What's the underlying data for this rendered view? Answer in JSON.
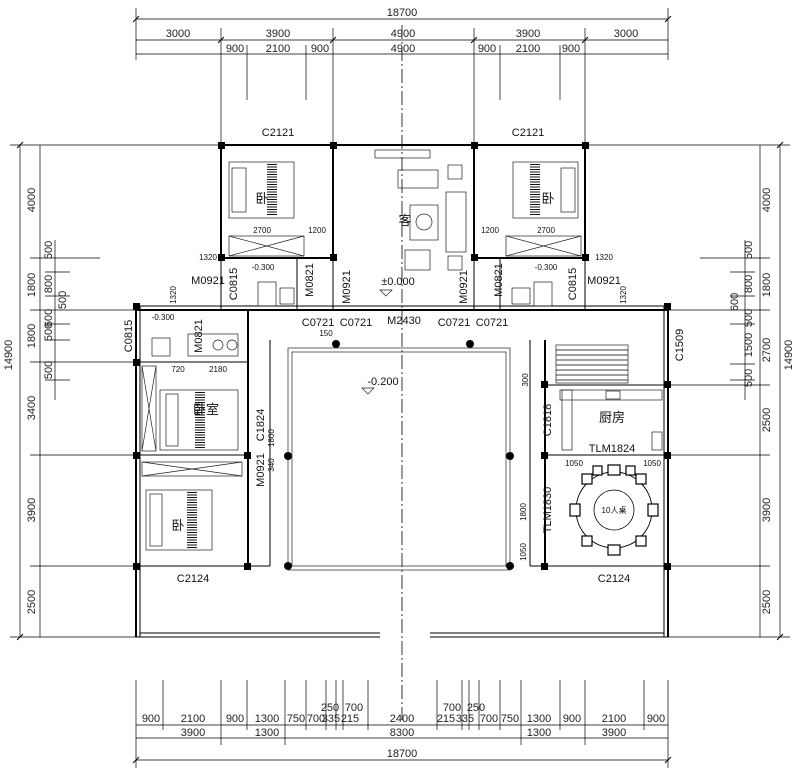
{
  "dims": {
    "top_total": "18700",
    "top_row1": [
      "3000",
      "3900",
      "4900",
      "3900",
      "3000"
    ],
    "top_row2": [
      "900",
      "2100",
      "900",
      "4900",
      "900",
      "2100",
      "900"
    ],
    "bottom_row1": [
      "900",
      "2100",
      "900",
      "1300",
      "750",
      "700",
      "335",
      "215",
      "2400",
      "215",
      "335",
      "700",
      "750",
      "1300",
      "900",
      "2100",
      "900"
    ],
    "bottom_small": [
      "250",
      "700",
      "700",
      "250"
    ],
    "bottom_row2": [
      "3900",
      "1300",
      "8300",
      "1300",
      "3900"
    ],
    "bottom_total": "18700",
    "left_outer": [
      "4000",
      "1800",
      "1800",
      "3400",
      "3900",
      "2500"
    ],
    "left_inner": [
      "500",
      "800",
      "500",
      "600",
      "500",
      "500"
    ],
    "left_total": "14900",
    "right_outer": [
      "4000",
      "1800",
      "2700",
      "2500",
      "3900",
      "2500"
    ],
    "right_inner": [
      "500",
      "800",
      "600",
      "500",
      "1500",
      "500"
    ],
    "right_total": "14900"
  },
  "labels": {
    "c2121_left": "C2121",
    "c2121_right": "C2121",
    "c2124_left": "C2124",
    "c2124_right": "C2124",
    "m0921_a": "M0921",
    "m0921_b": "M0921",
    "m0921_c": "M0921",
    "m0921_d": "M0921",
    "m0921_e": "M0921",
    "m0821_a": "M0821",
    "m0821_b": "M0821",
    "m0821_c": "M0821",
    "c0815_a": "C0815",
    "c0815_b": "C0815",
    "c0815_c": "C0815",
    "c0721_a": "C0721",
    "c0721_b": "C0721",
    "c0721_c": "C0721",
    "c0721_d": "C0721",
    "m2430": "M2430",
    "c1509": "C1509",
    "c1818": "C1818",
    "c1824": "C1824",
    "tlm1824": "TLM1824",
    "tlm1830": "TLM1830",
    "level_zero": "±0.000",
    "level_court": "-0.200",
    "level_wet_left": "-0.300",
    "level_wet_a": "-0.300",
    "level_wet_b": "-0.300",
    "d2700_a": "2700",
    "d1200_a": "1200",
    "d2700_b": "2700",
    "d1200_b": "1200",
    "d1320_a": "1320",
    "d1320_b": "1320",
    "d1320_c": "1320",
    "d1320_d": "1320",
    "d720": "720",
    "d2180": "2180",
    "d1050_a": "1050",
    "d1050_b": "1050",
    "d1050_c": "1050",
    "d1800_a": "1800",
    "d1800_b": "1800",
    "d300": "300",
    "d340": "340",
    "d150": "150"
  },
  "rooms": {
    "bedroom_label_a": "卧",
    "bedroom_label_b": "卧",
    "bedroom_label_c": "卧室",
    "bedroom_label_d": "卧",
    "living_label": "客",
    "kitchen_label": "厨房",
    "dining_table": "10人桌"
  }
}
